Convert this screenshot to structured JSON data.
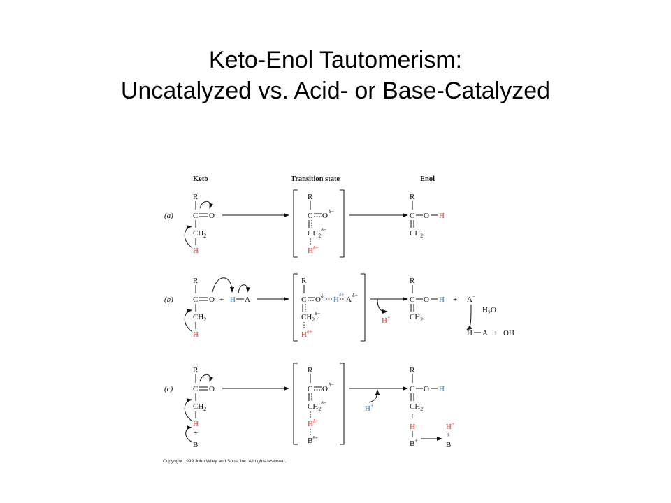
{
  "slide": {
    "title_line1": "Keto-Enol Tautomerism:",
    "title_line2": "Uncatalyzed vs. Acid- or Base-Catalyzed"
  },
  "figure": {
    "headers": {
      "keto": "Keto",
      "transition": "Transition state",
      "enol": "Enol"
    },
    "labels": {
      "a": "(a)",
      "b": "(b)",
      "c": "(c)"
    },
    "atoms": {
      "R": "R",
      "C": "C",
      "O": "O",
      "H": "H",
      "A": "A",
      "B": "B",
      "CH": "CH",
      "two": "2",
      "plus_sign": "+",
      "delta_minus": "δ−",
      "delta_plus": "δ+",
      "sup_plus": "+",
      "sup_minus": "−",
      "OH": "OH",
      "H2O_H": "H",
      "H2O_O": "O"
    },
    "copyright": "Copyright 1999 John Wiley and Sons, Inc. All rights reserved."
  },
  "colors": {
    "highlight_red": "#e8322a",
    "highlight_blue": "#2e7bc4"
  }
}
